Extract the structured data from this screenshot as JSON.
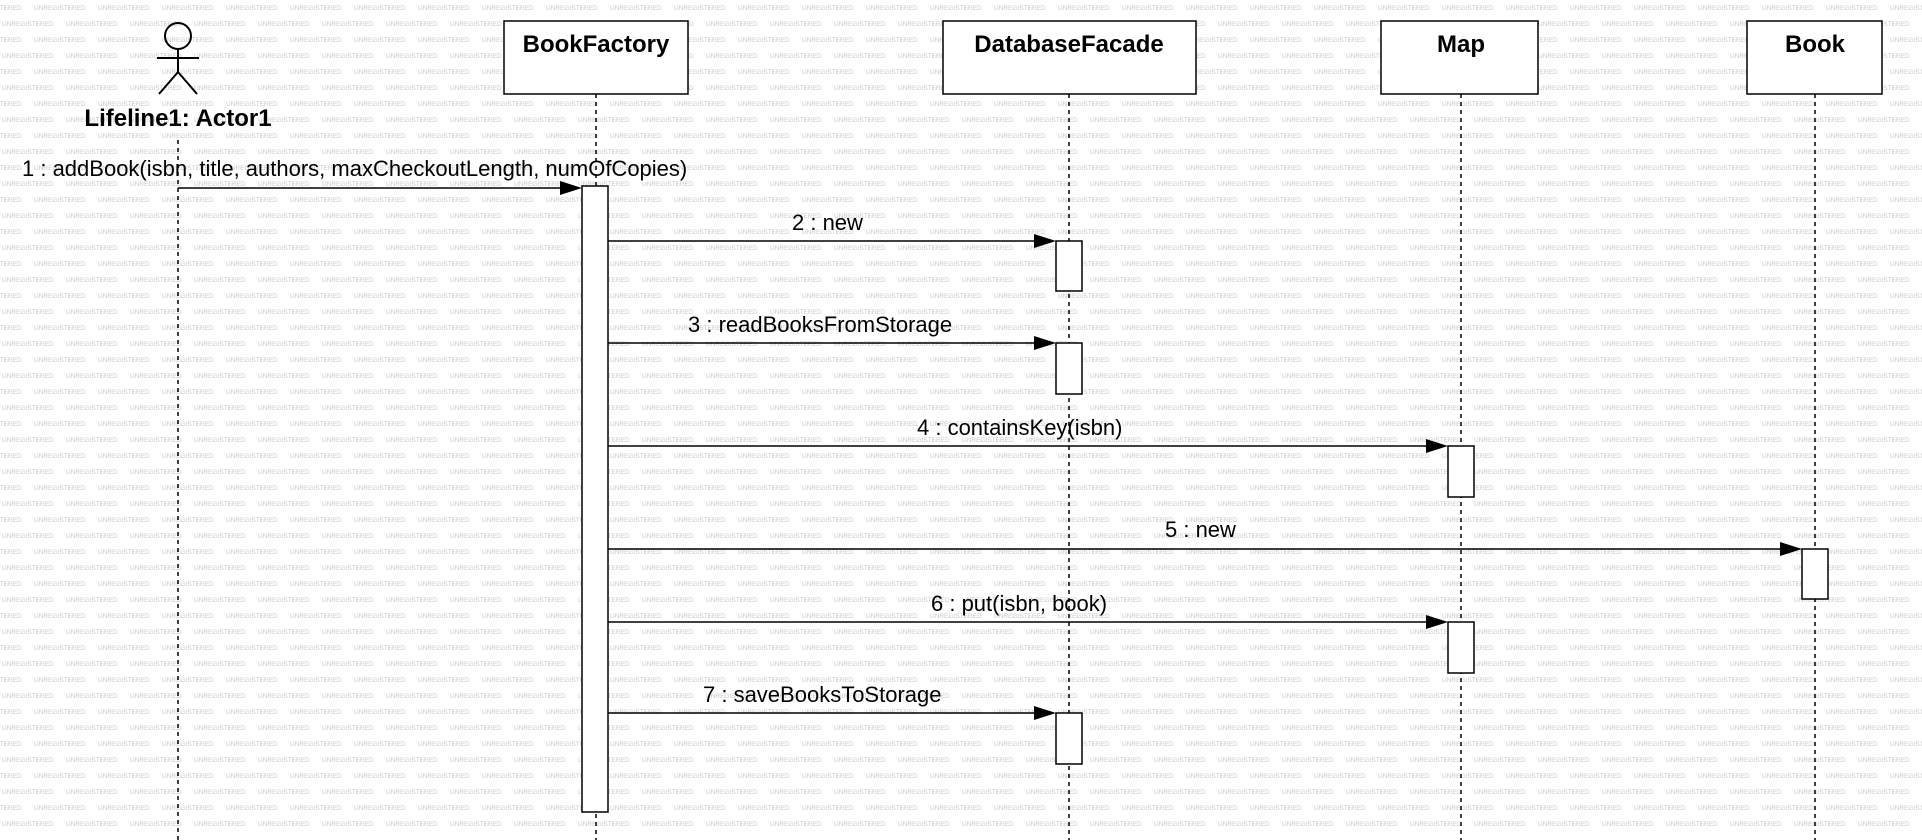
{
  "watermark": {
    "text": "UNREGISTERED",
    "color": "#c8c8c8"
  },
  "actor": {
    "label": "Lifeline1: Actor1",
    "icon": "stick-figure-icon"
  },
  "participants": [
    {
      "id": "bookfactory",
      "label": "BookFactory"
    },
    {
      "id": "databasefacade",
      "label": "DatabaseFacade"
    },
    {
      "id": "map",
      "label": "Map"
    },
    {
      "id": "book",
      "label": "Book"
    }
  ],
  "messages": [
    {
      "id": "m1",
      "label": "1 : addBook(isbn, title, authors, maxCheckoutLength, numOfCopies)",
      "from": "actor",
      "to": "bookfactory"
    },
    {
      "id": "m2",
      "label": "2 : new",
      "from": "bookfactory",
      "to": "databasefacade"
    },
    {
      "id": "m3",
      "label": "3 : readBooksFromStorage",
      "from": "bookfactory",
      "to": "databasefacade"
    },
    {
      "id": "m4",
      "label": "4 : containsKey(isbn)",
      "from": "bookfactory",
      "to": "map"
    },
    {
      "id": "m5",
      "label": "5 : new",
      "from": "bookfactory",
      "to": "book"
    },
    {
      "id": "m6",
      "label": "6 : put(isbn, book)",
      "from": "bookfactory",
      "to": "map"
    },
    {
      "id": "m7",
      "label": "7 : saveBooksToStorage",
      "from": "bookfactory",
      "to": "databasefacade"
    }
  ]
}
